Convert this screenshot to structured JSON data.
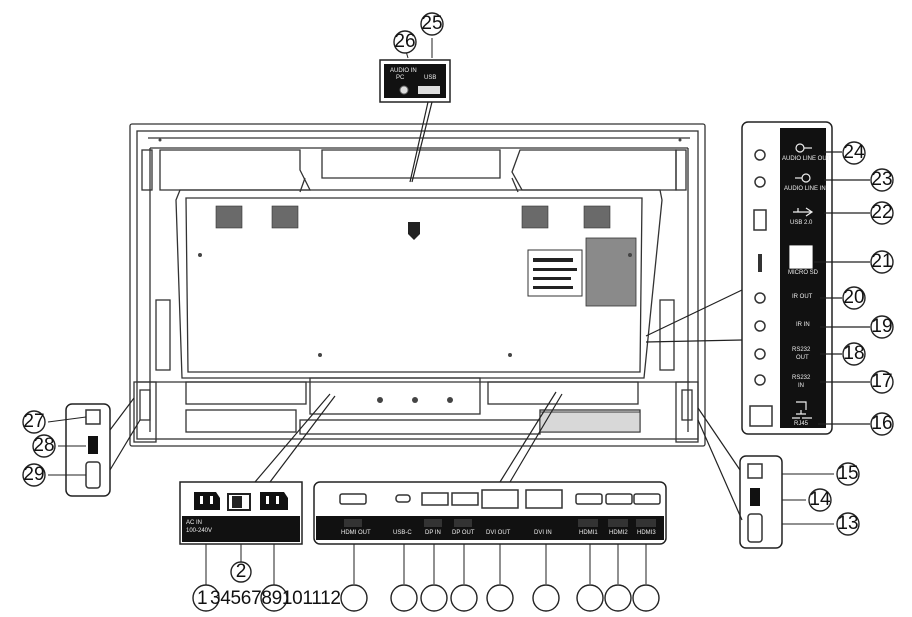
{
  "callouts": {
    "n1": "1",
    "n2": "2",
    "bottom_run": "3456789101112",
    "n13": "13",
    "n14": "14",
    "n15": "15",
    "n16": "16",
    "n17": "17",
    "n18": "18",
    "n19": "19",
    "n20": "20",
    "n21": "21",
    "n22": "22",
    "n23": "23",
    "n24": "24",
    "n25": "25",
    "n26": "26",
    "n27": "27",
    "n28": "28",
    "n29": "29"
  },
  "port_labels": {
    "audio_line_out": "AUDIO LINE OUT",
    "audio_line_in": "AUDIO LINE IN",
    "usb": "USB 2.0",
    "micro_sd": "MICRO SD",
    "ir_out": "IR OUT",
    "ir_in": "IR IN",
    "rs232_out_1": "RS232",
    "rs232_out_2": "OUT",
    "rs232_in_1": "RS232",
    "rs232_in_2": "IN",
    "lan": "RJ45",
    "top_audio_1": "AUDIO IN",
    "top_audio_2": "PC",
    "top_usb": "USB",
    "power_1": "AC IN",
    "power_2": "100-240V",
    "io_hdmi_out": "HDMI OUT",
    "io_usb": "USB-C",
    "io_dp_in": "DP IN",
    "io_dp_out": "DP OUT",
    "io_dvi_out": "DVI OUT",
    "io_dvi_in": "DVI IN",
    "io_hdmi1": "HDMI1",
    "io_hdmi2": "HDMI2",
    "io_hdmi3": "HDMI3"
  },
  "colors": {
    "panel_dark": "#1a1a1a",
    "line": "#222222"
  }
}
